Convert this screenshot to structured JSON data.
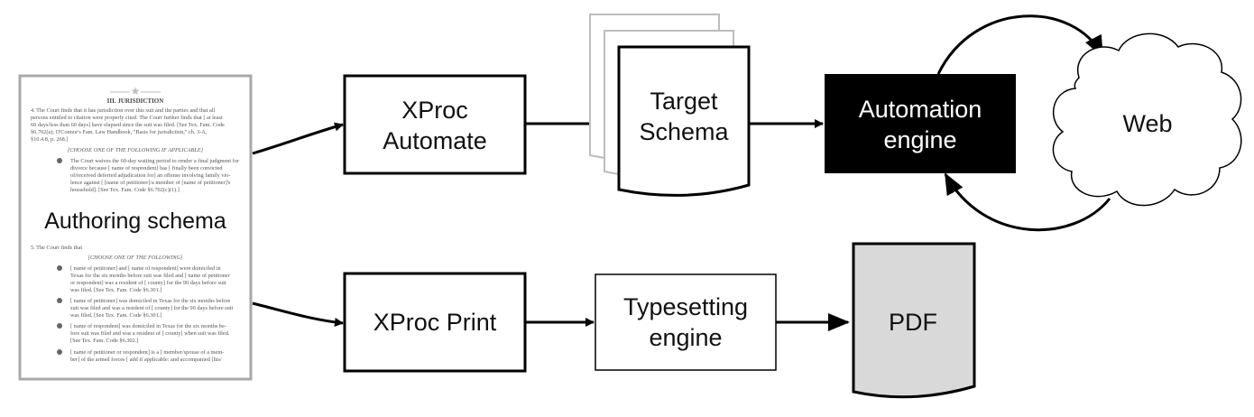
{
  "authoring_schema": {
    "label": "Authoring schema",
    "excerpt_top": {
      "heading": "III. JURISDICTION",
      "para1": [
        "4.   The Court finds that it has jurisdiction over this suit and the parties and that all",
        "persons entitled to citation were properly cited. The Court further finds that [ at least",
        "60 days/less than 60 days] have elapsed since the suit was filed. [See Tex. Fam. Code",
        "§6.702(a); O'Connor's Fam. Law Handbook, \"Basis for jurisdiction,\" ch. 3-A,",
        "§10.4.8, p. 268.]"
      ],
      "choose": "[CHOOSE ONE OF THE FOLLOWING IF APPLICABLE]",
      "item1": [
        "The Court waives the 60-day waiting period to render a final judgment for",
        "divorce because [ name of respondent] has [ finally been convicted",
        "of/received deferred adjudication for] an offense involving family vio-",
        "lence against [ [name of petitioner]/a member of [name of petitioner]'s",
        "household]. [See Tex. Fam. Code §6.702(c)(1).]"
      ]
    },
    "excerpt_bottom": {
      "para5": "5.   The Court finds that",
      "choose": "[CHOOSE ONE OF THE FOLLOWING]",
      "items": [
        [
          "[ name of petitioner] and [ name of respondent] were domiciled in",
          "Texas for the six months before suit was filed and [ name of petitioner",
          "or respondent] was a resident of [ county] for the 90 days before suit",
          "was filed. [See Tex. Fam. Code §6.301.]"
        ],
        [
          "[ name of petitioner] was domiciled in Texas for the six months before",
          "suit was filed and was a resident of [ county] for the 90 days before suit",
          "was filed. [See Tex. Fam. Code §6.301.]"
        ],
        [
          "[ name of respondent] was domiciled in Texas for the six months be-",
          "fore suit was filed and was a resident of [ county] when suit was filed.",
          "[See Tex. Fam. Code §6.302.]"
        ],
        [
          "[ name of petitioner or respondent] is a [ member/spouse of a mem-",
          "ber] of the armed forces [ add if applicable: and accompanied [his/"
        ]
      ]
    }
  },
  "boxes": {
    "xproc_automate": [
      "XProc",
      "Automate"
    ],
    "target_schema": [
      "Target",
      "Schema"
    ],
    "automation_engine": [
      "Automation",
      "engine"
    ],
    "web": "Web",
    "xproc_print": "XProc Print",
    "typesetting_engine": [
      "Typesetting",
      "engine"
    ],
    "pdf": "PDF"
  },
  "colors": {
    "automation_engine_fill": "#000000",
    "pdf_fill": "#d9d9d9",
    "authoring_border": "#a8a8a8"
  }
}
